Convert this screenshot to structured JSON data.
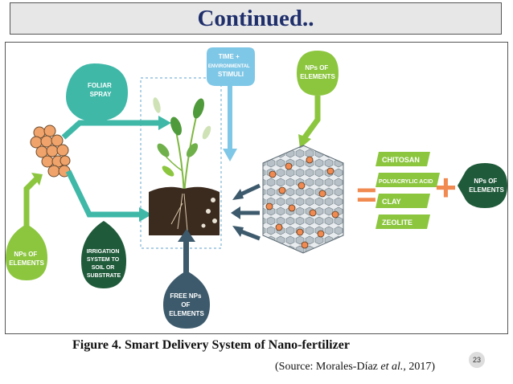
{
  "slide": {
    "title": "Continued..",
    "caption": "Figure 4. Smart Delivery System of Nano-fertilizer",
    "source_prefix": "(Source: Morales-Díaz ",
    "source_italic": "et al.,",
    "source_suffix": " 2017)",
    "page_number": "23"
  },
  "diagram": {
    "foliar_spray": [
      "FOLIAR",
      "SPRAY"
    ],
    "time_stimuli": [
      "TIME +",
      "ENVIRONMENTAL",
      "STIMULI"
    ],
    "nps_top": [
      "NPs OF",
      "ELEMENTS"
    ],
    "nps_left": [
      "NPs OF",
      "ELEMENTS"
    ],
    "irrigation": [
      "IRRIGATION",
      "SYSTEM TO",
      "SOIL OR",
      "SUBSTRATE"
    ],
    "free_nps": [
      "FREE NPs",
      "OF",
      "ELEMENTS"
    ],
    "nps_right": [
      "NPs OF",
      "ELEMENTS"
    ],
    "carriers": [
      "CHITOSAN",
      "POLYACRYLIC ACID",
      "CLAY",
      "ZEOLITE"
    ],
    "equals": "=",
    "plus": "+"
  },
  "colors": {
    "title_text": "#1f2f6b",
    "light_green": "#8cc63f",
    "teal": "#3fb8a8",
    "light_blue": "#7fc7e6",
    "dark_green": "#1f5a3a",
    "slate": "#3d5a6c",
    "orange": "#f08a50",
    "soil": "#3b2a1e"
  }
}
